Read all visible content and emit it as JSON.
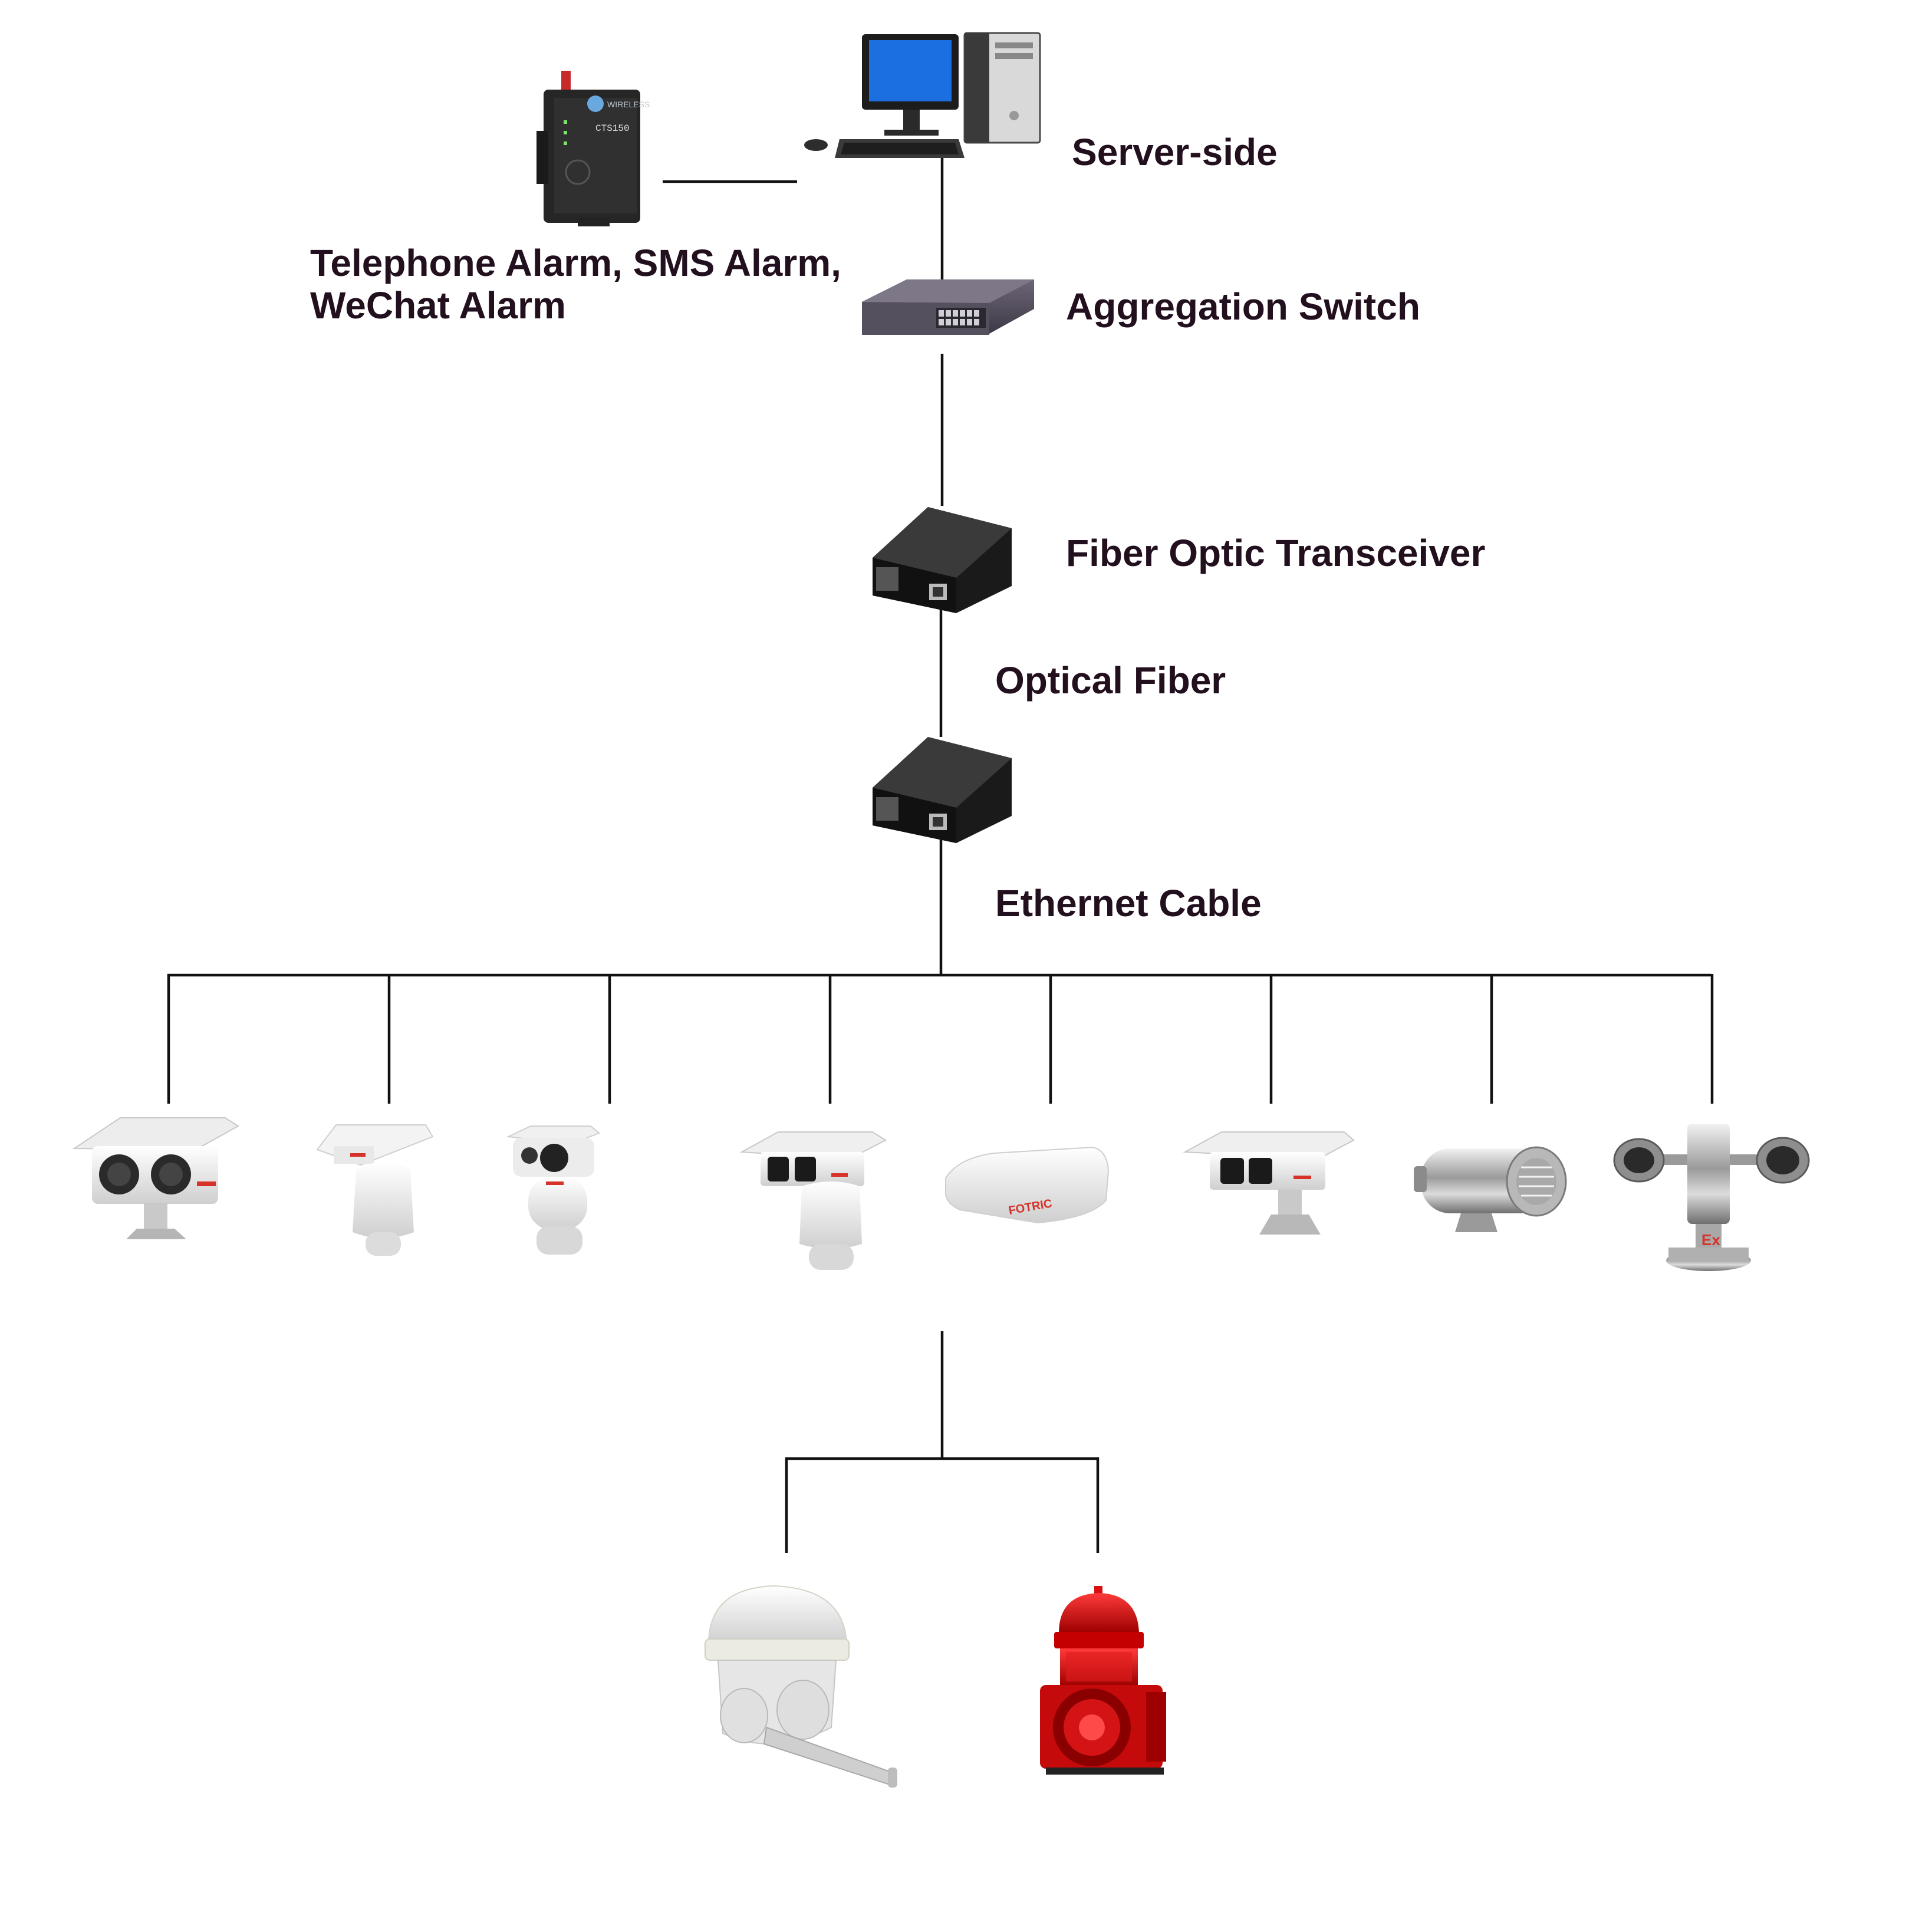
{
  "labels": {
    "server_side": "Server-side",
    "alarm_line1": "Telephone Alarm, SMS Alarm,",
    "alarm_line2": "WeChat Alarm",
    "aggregation_switch": "Aggregation Switch",
    "fiber_transceiver": "Fiber Optic Transceiver",
    "optical_fiber": "Optical Fiber",
    "ethernet_cable": "Ethernet Cable"
  },
  "device_markings": {
    "gsm_module_brand": "WIRELESS",
    "gsm_module_model": "CTS150",
    "camera_brand": "FOTRIC",
    "explosion_proof_mark": "Ex"
  },
  "colors": {
    "label_text": "#22101e",
    "connector_line": "#111111",
    "brand_red": "#d6322a",
    "monitor_blue": "#1b6fe0"
  },
  "icons": {
    "server": "desktop-computer-icon",
    "alarm_module": "gsm-alarm-module-icon",
    "switch": "network-switch-icon",
    "transceiver": "fiber-transceiver-icon",
    "cameras": [
      "dual-thermal-box-camera-icon",
      "ptz-housing-camera-icon",
      "ptz-dual-lens-camera-icon",
      "ptz-box-dual-camera-icon",
      "housing-camera-icon",
      "dual-box-camera-icon",
      "stainless-explosion-proof-camera-icon",
      "explosion-proof-ptz-camera-icon"
    ],
    "outputs": [
      "speaker-dome-icon",
      "strobe-siren-icon"
    ]
  }
}
